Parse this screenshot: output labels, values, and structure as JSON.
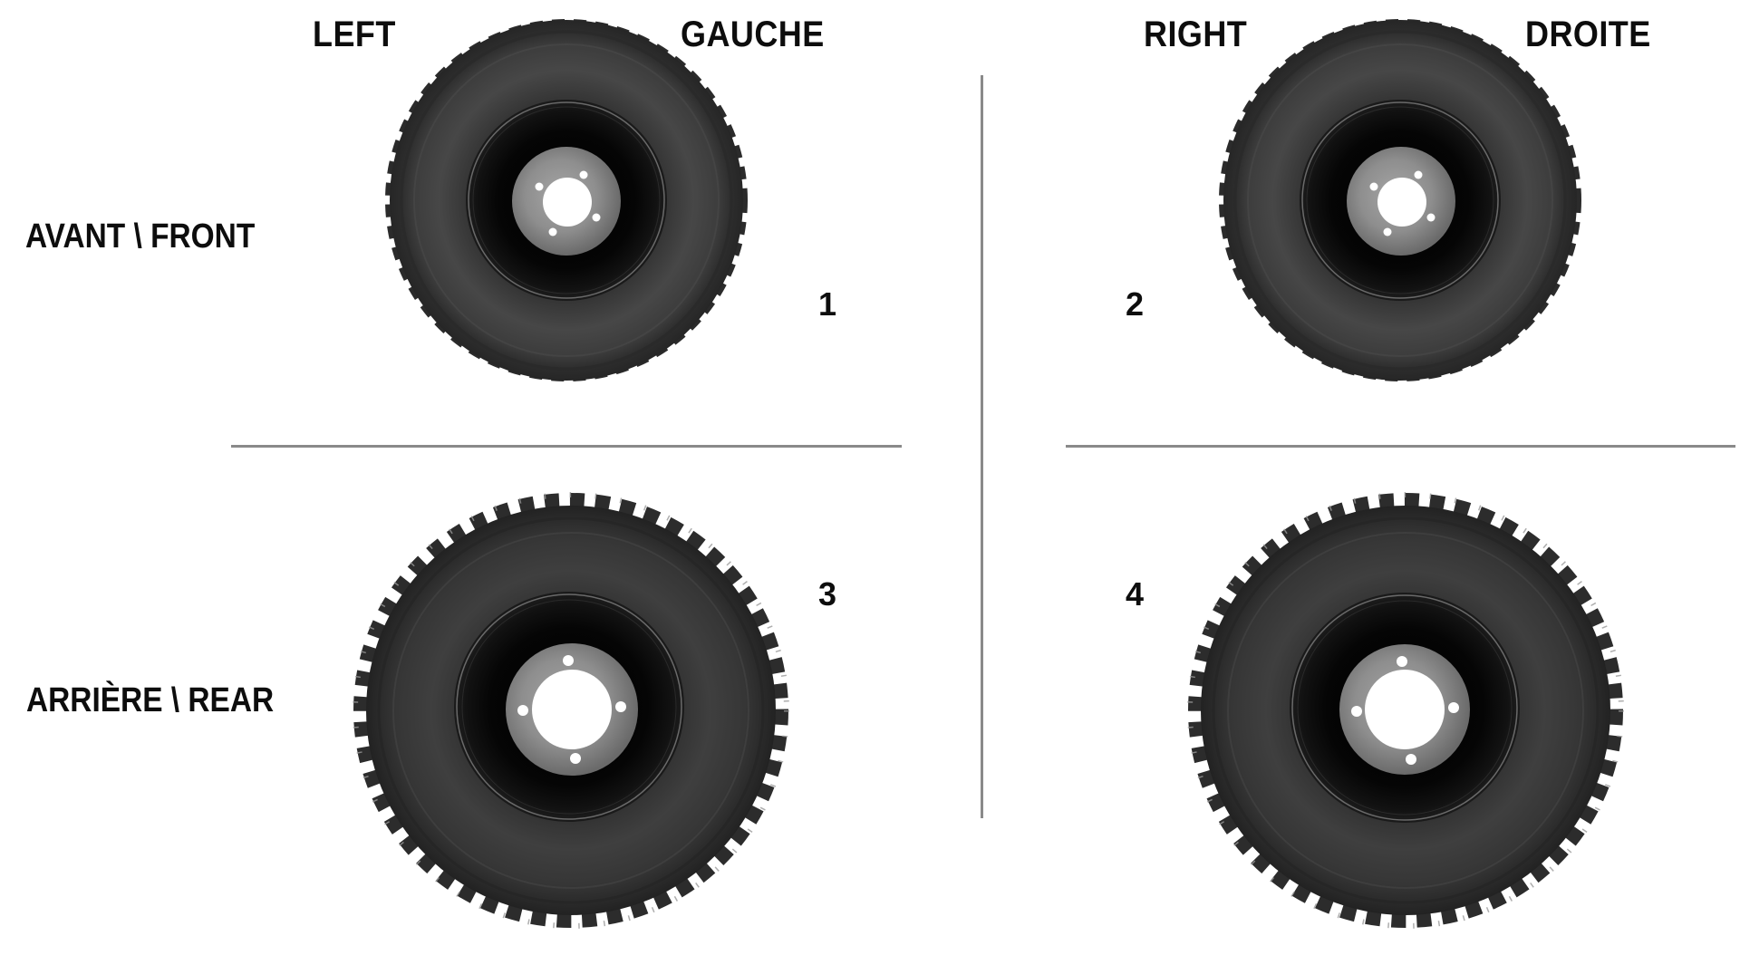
{
  "columns": {
    "left": {
      "en": "LEFT",
      "fr": "GAUCHE"
    },
    "right": {
      "en": "RIGHT",
      "fr": "DROITE"
    }
  },
  "rows": {
    "front": {
      "label": "AVANT \\ FRONT"
    },
    "rear": {
      "label": "ARRIÈRE \\ REAR"
    }
  },
  "wheels": [
    {
      "number": "1",
      "position": "front-left",
      "type": "front-tire"
    },
    {
      "number": "2",
      "position": "front-right",
      "type": "front-tire"
    },
    {
      "number": "3",
      "position": "rear-left",
      "type": "rear-tire"
    },
    {
      "number": "4",
      "position": "rear-right",
      "type": "rear-tire"
    }
  ],
  "colors": {
    "text": "#0d0d0d",
    "divider": "#8a8a8a",
    "tire_rubber": "#3e3e3e",
    "rim": "#0a0a0a",
    "hub": "#8c8c8c",
    "background": "#ffffff"
  }
}
